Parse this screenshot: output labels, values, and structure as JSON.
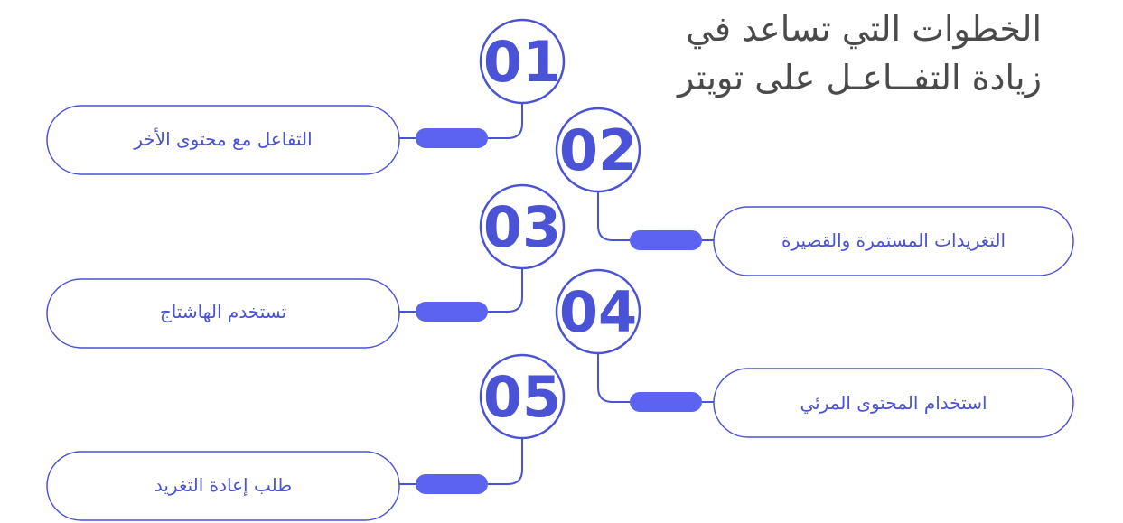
{
  "title": {
    "line1": "الخطوات التي تساعد في",
    "line2": "زيادة التفــاعـل على تويتر"
  },
  "colors": {
    "accent": "#4a52d6",
    "pill": "#5b63f0",
    "title": "#4a4a4a",
    "fade_line": "#e4e6f2"
  },
  "steps": [
    {
      "number": "01",
      "label": "التفاعل مع محتوى الأخر"
    },
    {
      "number": "02",
      "label": "التغريدات المستمرة والقصيرة"
    },
    {
      "number": "03",
      "label": "تستخدم الهاشتاج"
    },
    {
      "number": "04",
      "label": "استخدام المحتوى المرئي"
    },
    {
      "number": "05",
      "label": "طلب إعادة التغريد"
    }
  ]
}
